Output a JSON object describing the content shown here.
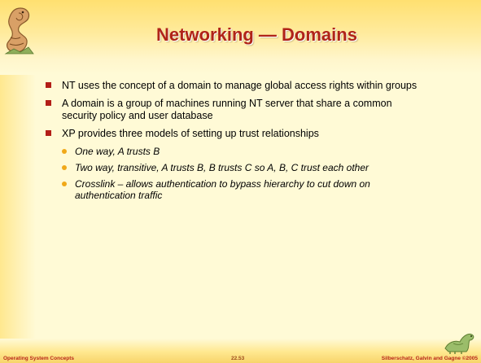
{
  "slide": {
    "title": "Networking — Domains",
    "bullets": [
      {
        "text": "NT uses the concept of a domain to manage global access rights within groups",
        "subbullets": []
      },
      {
        "text": "A domain is a group of machines running NT server that share a common security policy and user database",
        "subbullets": []
      },
      {
        "text": "XP provides three models of setting up trust relationships",
        "subbullets": [
          "One way, A trusts B",
          "Two way, transitive, A trusts B, B trusts C so A, B, C trust each other",
          "Crosslink – allows authentication to bypass hierarchy to cut down on authentication traffic"
        ]
      }
    ]
  },
  "footer": {
    "left": "Operating System Concepts",
    "center": "22.53",
    "right": "Silberschatz, Galvin and Gagne ©2005"
  },
  "colors": {
    "title": "#b02418",
    "bullet_square": "#b31e17",
    "subbullet_dot": "#f0a818",
    "footer_text": "#b8261a"
  },
  "icons": {
    "top_left": "dinosaur-logo-icon",
    "bottom_right": "dinosaur-icon"
  }
}
